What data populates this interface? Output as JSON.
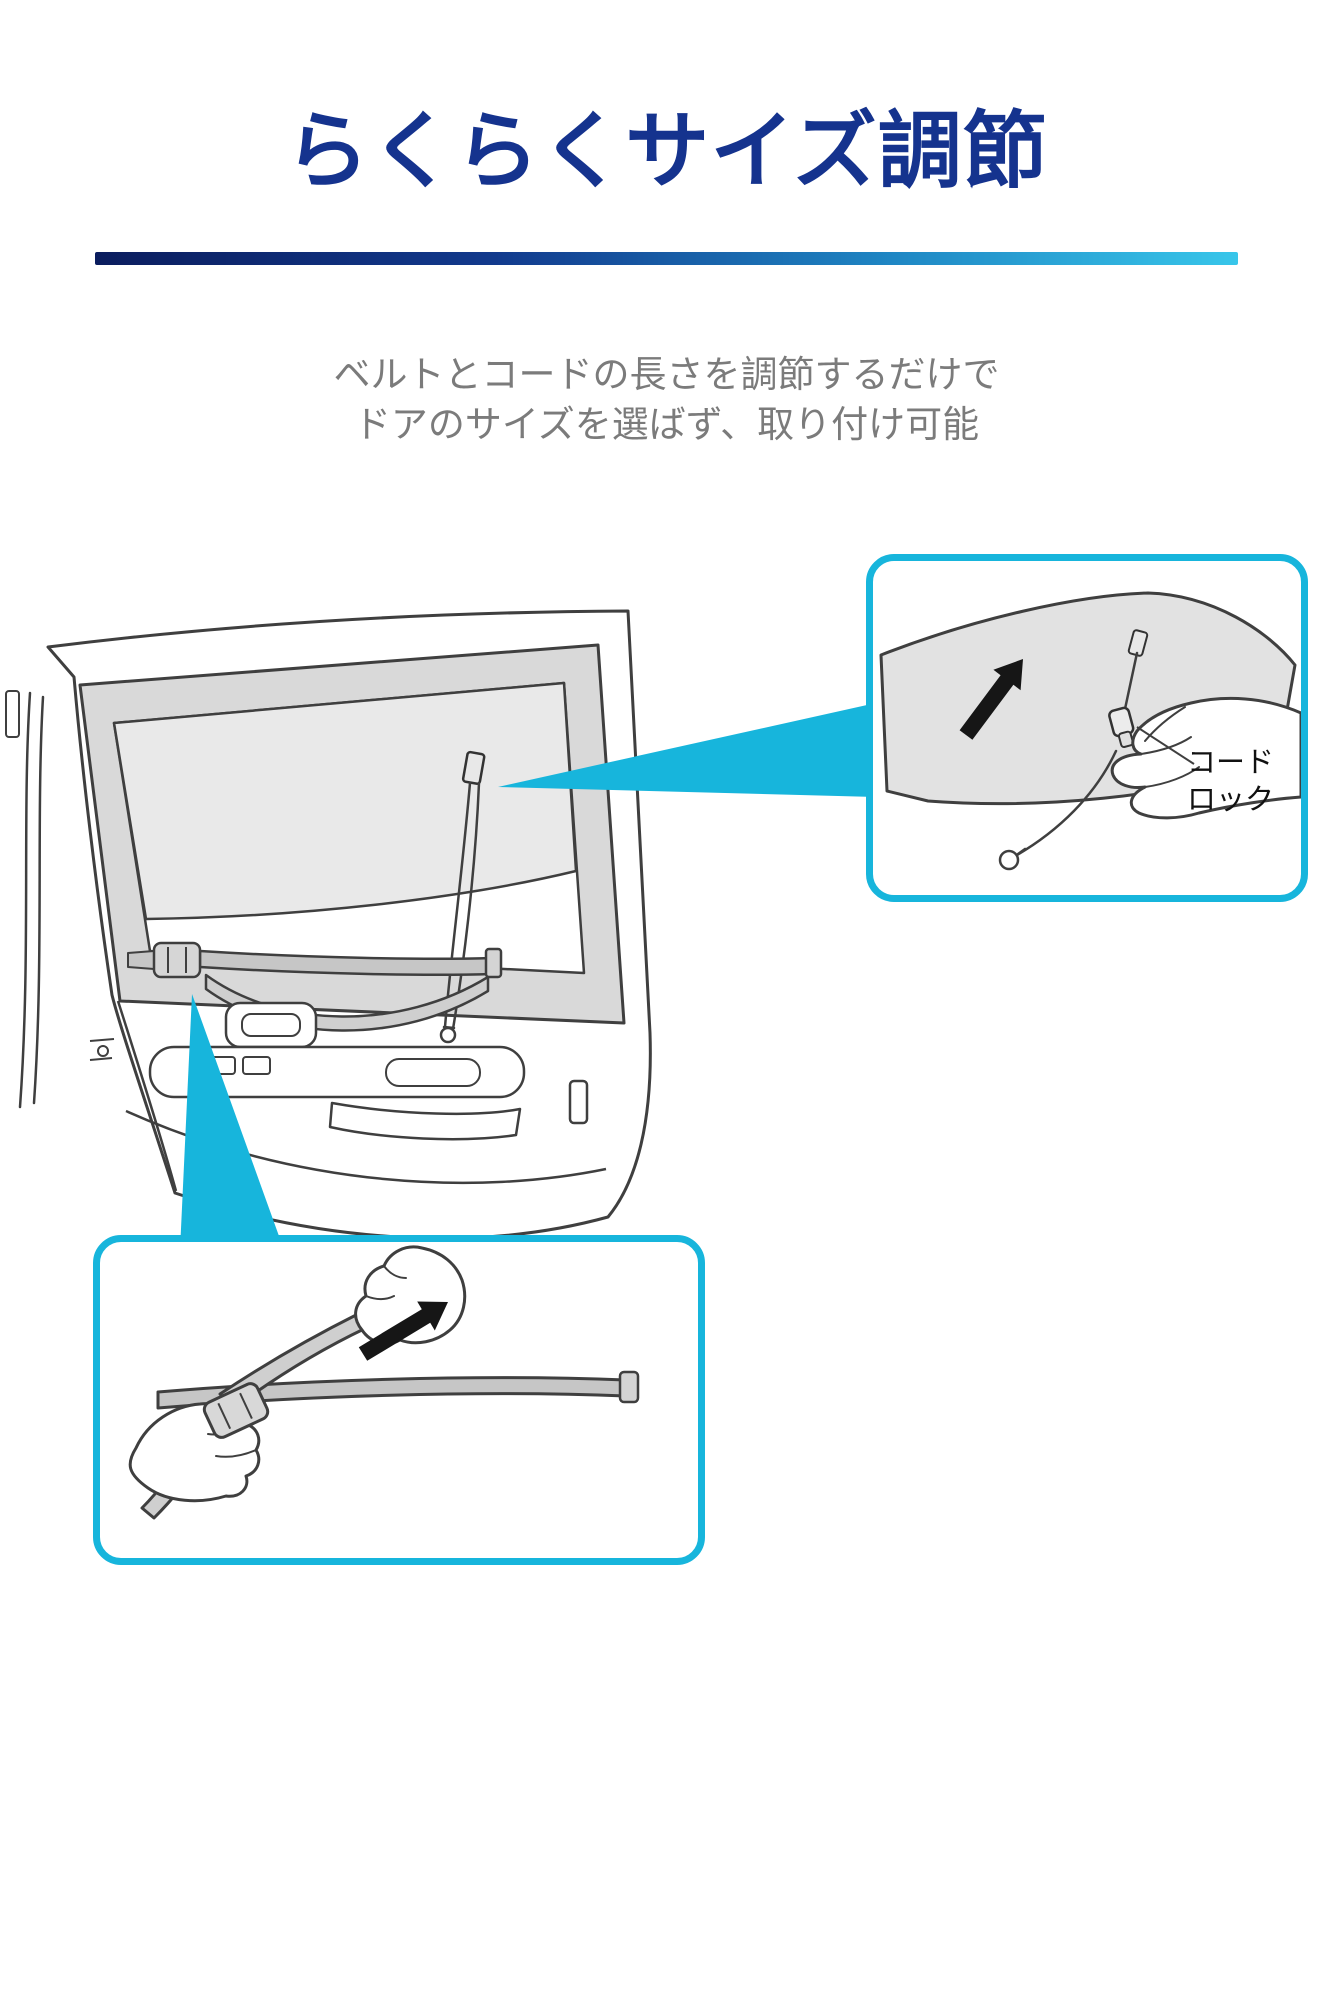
{
  "page": {
    "title": "らくらくサイズ調節",
    "subtitle_line1": "ベルトとコードの長さを調節するだけで",
    "subtitle_line2": "ドアのサイズを選ばず、取り付け可能"
  },
  "callout": {
    "cord_lock_line1": "コード",
    "cord_lock_line2": "ロック"
  },
  "colors": {
    "title_blue": "#15338e",
    "accent_cyan": "#17b5dc",
    "divider_gradient_start": "#0b1d5e",
    "divider_gradient_end": "#38c6ea",
    "subtitle_gray": "#7b7b7b",
    "line_art_gray": "#3f3f3f",
    "arrow_black": "#161616"
  },
  "icons": {
    "main_illustration": "car-door-interior-with-sunshade-cord-and-belt",
    "inset_top_right": "hand-pulling-cord-lock",
    "inset_bottom_left": "hands-adjusting-belt-buckle",
    "pull_arrow": "direction-arrow"
  }
}
